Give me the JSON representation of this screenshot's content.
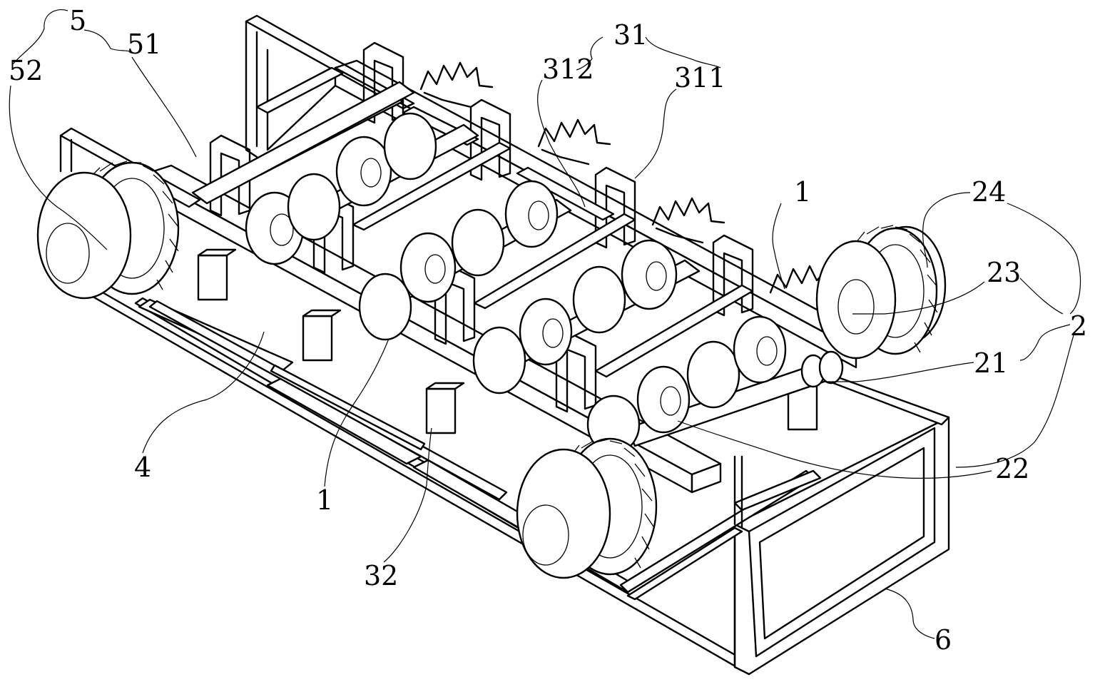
{
  "figure": {
    "labels": {
      "l5": "5",
      "l51": "51",
      "l52": "52",
      "l31": "31",
      "l312": "312",
      "l311": "311",
      "l1a": "1",
      "l24": "24",
      "l23": "23",
      "l2": "2",
      "l21": "21",
      "l22": "22",
      "l4": "4",
      "l1b": "1",
      "l32": "32",
      "l6": "6"
    }
  }
}
